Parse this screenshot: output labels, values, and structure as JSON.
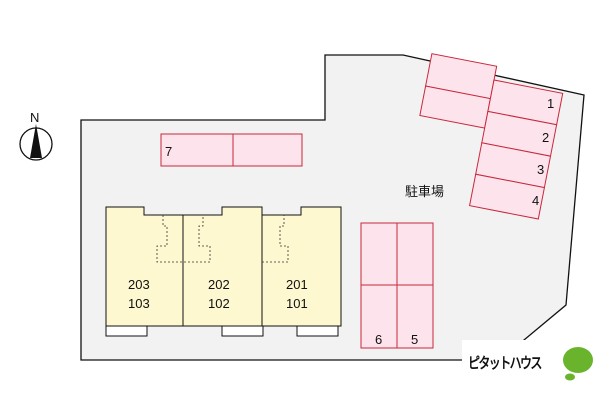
{
  "compass": {
    "label": "N"
  },
  "lot": {
    "label": "駐車場"
  },
  "parking": [
    {
      "label": "1"
    },
    {
      "label": "2"
    },
    {
      "label": "3"
    },
    {
      "label": "4"
    },
    {
      "label": "5"
    },
    {
      "label": "6"
    },
    {
      "label": "7"
    }
  ],
  "units": [
    {
      "upper": "203",
      "lower": "103"
    },
    {
      "upper": "202",
      "lower": "102"
    },
    {
      "upper": "201",
      "lower": "101"
    }
  ],
  "logo": {
    "text": "ピタットハウス"
  },
  "colors": {
    "site": "#f2f2f2",
    "parking_fill": "#fde3ec",
    "parking_stroke": "#c8283c",
    "building": "#fdf8cf",
    "logo_green": "#6ab42d"
  }
}
